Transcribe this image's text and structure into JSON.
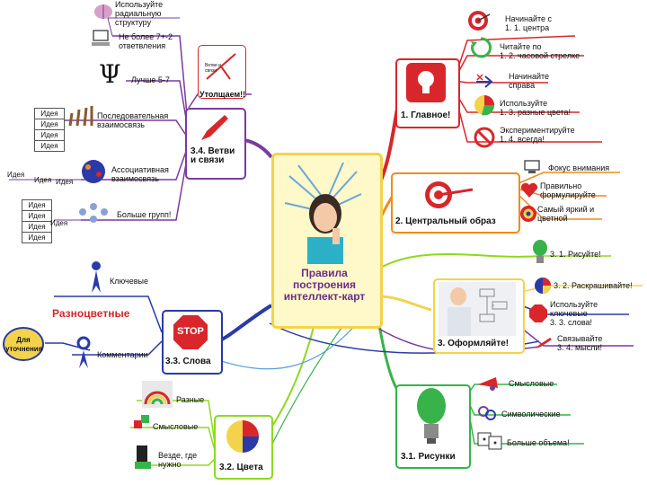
{
  "center": {
    "title": "Правила построения интеллект-карт"
  },
  "main": {
    "label": "1. Главное!",
    "items": [
      {
        "text": "Начинайте с\n1. 1. центра"
      },
      {
        "text": "Читайте по\n1. 2. часовой стрелке"
      },
      {
        "text": "Начинайте\nсправа"
      },
      {
        "text": "Используйте\n1. 3. разные цвета!"
      },
      {
        "text": "Экспериментируйте\n1. 4. всегда!"
      }
    ]
  },
  "central_image": {
    "label": "2. Центральный образ",
    "items": [
      {
        "text": "Фокус внимания"
      },
      {
        "text": "Правильно\nформулируйте"
      },
      {
        "text": "Самый яркий и\nцветной"
      }
    ]
  },
  "design": {
    "label": "3. Оформляйте!",
    "items": [
      {
        "text": "3. 1. Рисуйте!"
      },
      {
        "text": "3. 2. Раскрашивайте!"
      },
      {
        "text": "Используйте\nключевые\n3. 3. слова!"
      },
      {
        "text": "Связывайте\n3. 4. мысли!"
      }
    ]
  },
  "pictures": {
    "label": "3.1. Рисунки",
    "items": [
      {
        "text": "Смысловые"
      },
      {
        "text": "Символические"
      },
      {
        "text": "Больше объема!"
      }
    ]
  },
  "colors": {
    "label": "3.2. Цвета",
    "items": [
      {
        "text": "Разные"
      },
      {
        "text": "Смысловые"
      },
      {
        "text": "Везде, где\nнужно"
      }
    ]
  },
  "words": {
    "label": "3.3. Слова",
    "stop": "STOP",
    "keywords": "Ключевые",
    "multicolor": "Разноцветные",
    "comments": "Комментарии",
    "clarify": "Для\nуточнения"
  },
  "branches": {
    "label": "3.4. Ветви\nи связи",
    "thicker": "Утолщаем!!",
    "tree_label": "Ветви и\nсвязи",
    "items": [
      {
        "text": "Используйте\nрадиальную\nструктуру"
      },
      {
        "text": "Не более 7+-2\nответвления"
      },
      {
        "text": "Лучше 5-7"
      },
      {
        "text": "Последовательная\nвзаимосвязь"
      },
      {
        "text": "Ассоциативная\nвзаимосвязь"
      },
      {
        "text": "Больше групп!"
      }
    ],
    "idea": "Идея",
    "psi": "Ψ"
  },
  "colors_palette": {
    "red": "#d8262b",
    "green": "#37b34a",
    "blue": "#2a3aa8",
    "purple": "#7b3aa0",
    "orange": "#f08a1c",
    "yellow": "#f3d34a",
    "lime": "#8ed81e"
  }
}
